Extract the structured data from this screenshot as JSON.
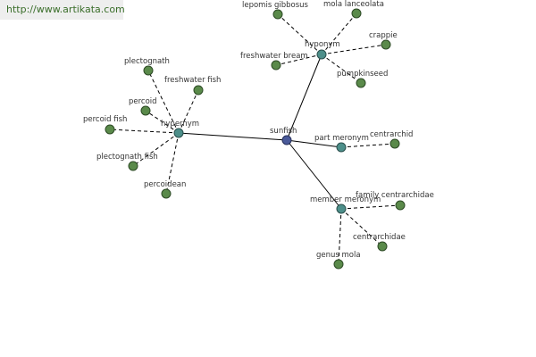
{
  "watermark": {
    "text": "http://www.artikata.com"
  },
  "root": {
    "id": "sunfish",
    "label": "sunfish"
  },
  "relations": [
    {
      "id": "hypernym",
      "label": "hypernym",
      "children": [
        "plectognath",
        "freshwater fish",
        "percoid",
        "percoid fish",
        "plectognath fish",
        "percoidean"
      ]
    },
    {
      "id": "hyponym",
      "label": "hyponym",
      "children": [
        "lepomis gibbosus",
        "mola lanceolata",
        "crappie",
        "freshwater bream",
        "pumpkinseed"
      ]
    },
    {
      "id": "part-meronym",
      "label": "part meronym",
      "children": [
        "centrarchid"
      ]
    },
    {
      "id": "member-meronym",
      "label": "member meronym",
      "children": [
        "family centrarchidae",
        "centrarchidae",
        "genus mola"
      ]
    }
  ],
  "colors": {
    "root": "#4a5a9a",
    "relation": "#4d8f8a",
    "leaf": "#5a8a4a",
    "watermark_bg": "#eeeeee",
    "watermark_text": "#3a6e2a"
  }
}
